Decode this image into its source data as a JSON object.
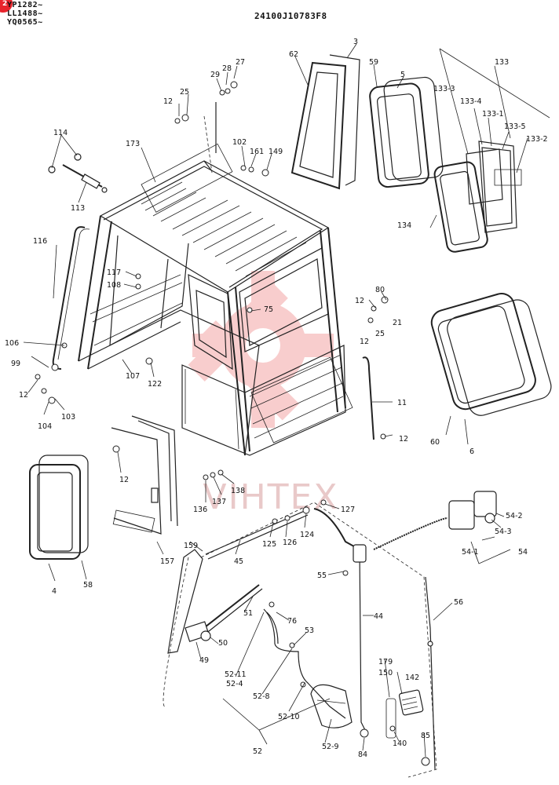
{
  "header": {
    "serials": [
      "YP1282~",
      "LL1488~",
      "YQ0565~"
    ],
    "part_code": "24100J10783F8",
    "badge_text": "2"
  },
  "watermark": {
    "text": "VIHTEX",
    "color": "#f4a6a6"
  },
  "callouts": [
    {
      "id": "3",
      "text": "3"
    },
    {
      "id": "62",
      "text": "62"
    },
    {
      "id": "59",
      "text": "59"
    },
    {
      "id": "5",
      "text": "5"
    },
    {
      "id": "133",
      "text": "133"
    },
    {
      "id": "133-3",
      "text": "133-3"
    },
    {
      "id": "133-4",
      "text": "133-4"
    },
    {
      "id": "133-1",
      "text": "133-1"
    },
    {
      "id": "133-5",
      "text": "133-5"
    },
    {
      "id": "133-2",
      "text": "133-2"
    },
    {
      "id": "134",
      "text": "134"
    },
    {
      "id": "27",
      "text": "27"
    },
    {
      "id": "28",
      "text": "28"
    },
    {
      "id": "29",
      "text": "29"
    },
    {
      "id": "25a",
      "text": "25"
    },
    {
      "id": "12a",
      "text": "12"
    },
    {
      "id": "114",
      "text": "114"
    },
    {
      "id": "173",
      "text": "173"
    },
    {
      "id": "102",
      "text": "102"
    },
    {
      "id": "161",
      "text": "161"
    },
    {
      "id": "149",
      "text": "149"
    },
    {
      "id": "113",
      "text": "113"
    },
    {
      "id": "116",
      "text": "116"
    },
    {
      "id": "117",
      "text": "117"
    },
    {
      "id": "108",
      "text": "108"
    },
    {
      "id": "75",
      "text": "75"
    },
    {
      "id": "80",
      "text": "80"
    },
    {
      "id": "12b",
      "text": "12"
    },
    {
      "id": "21",
      "text": "21"
    },
    {
      "id": "12c",
      "text": "12"
    },
    {
      "id": "25b",
      "text": "25"
    },
    {
      "id": "106",
      "text": "106"
    },
    {
      "id": "99",
      "text": "99"
    },
    {
      "id": "107",
      "text": "107"
    },
    {
      "id": "122",
      "text": "122"
    },
    {
      "id": "12d",
      "text": "12"
    },
    {
      "id": "103",
      "text": "103"
    },
    {
      "id": "104",
      "text": "104"
    },
    {
      "id": "11",
      "text": "11"
    },
    {
      "id": "12e",
      "text": "12"
    },
    {
      "id": "60",
      "text": "60"
    },
    {
      "id": "6",
      "text": "6"
    },
    {
      "id": "12f",
      "text": "12"
    },
    {
      "id": "136",
      "text": "136"
    },
    {
      "id": "137",
      "text": "137"
    },
    {
      "id": "138",
      "text": "138"
    },
    {
      "id": "127",
      "text": "127"
    },
    {
      "id": "125",
      "text": "125"
    },
    {
      "id": "126",
      "text": "126"
    },
    {
      "id": "124",
      "text": "124"
    },
    {
      "id": "54-2",
      "text": "54-2"
    },
    {
      "id": "54-3",
      "text": "54-3"
    },
    {
      "id": "54",
      "text": "54"
    },
    {
      "id": "54-1",
      "text": "54-1"
    },
    {
      "id": "4",
      "text": "4"
    },
    {
      "id": "58",
      "text": "58"
    },
    {
      "id": "157",
      "text": "157"
    },
    {
      "id": "159",
      "text": "159"
    },
    {
      "id": "45",
      "text": "45"
    },
    {
      "id": "55",
      "text": "55"
    },
    {
      "id": "56",
      "text": "56"
    },
    {
      "id": "44",
      "text": "44"
    },
    {
      "id": "51",
      "text": "51"
    },
    {
      "id": "76",
      "text": "76"
    },
    {
      "id": "53",
      "text": "53"
    },
    {
      "id": "50",
      "text": "50"
    },
    {
      "id": "49",
      "text": "49"
    },
    {
      "id": "52-11",
      "text": "52-11"
    },
    {
      "id": "52-4",
      "text": "52-4"
    },
    {
      "id": "52-8",
      "text": "52-8"
    },
    {
      "id": "52-10",
      "text": "52-10"
    },
    {
      "id": "52",
      "text": "52"
    },
    {
      "id": "52-9",
      "text": "52-9"
    },
    {
      "id": "179",
      "text": "179"
    },
    {
      "id": "150",
      "text": "150"
    },
    {
      "id": "142",
      "text": "142"
    },
    {
      "id": "140",
      "text": "140"
    },
    {
      "id": "84",
      "text": "84"
    },
    {
      "id": "85",
      "text": "85"
    }
  ]
}
